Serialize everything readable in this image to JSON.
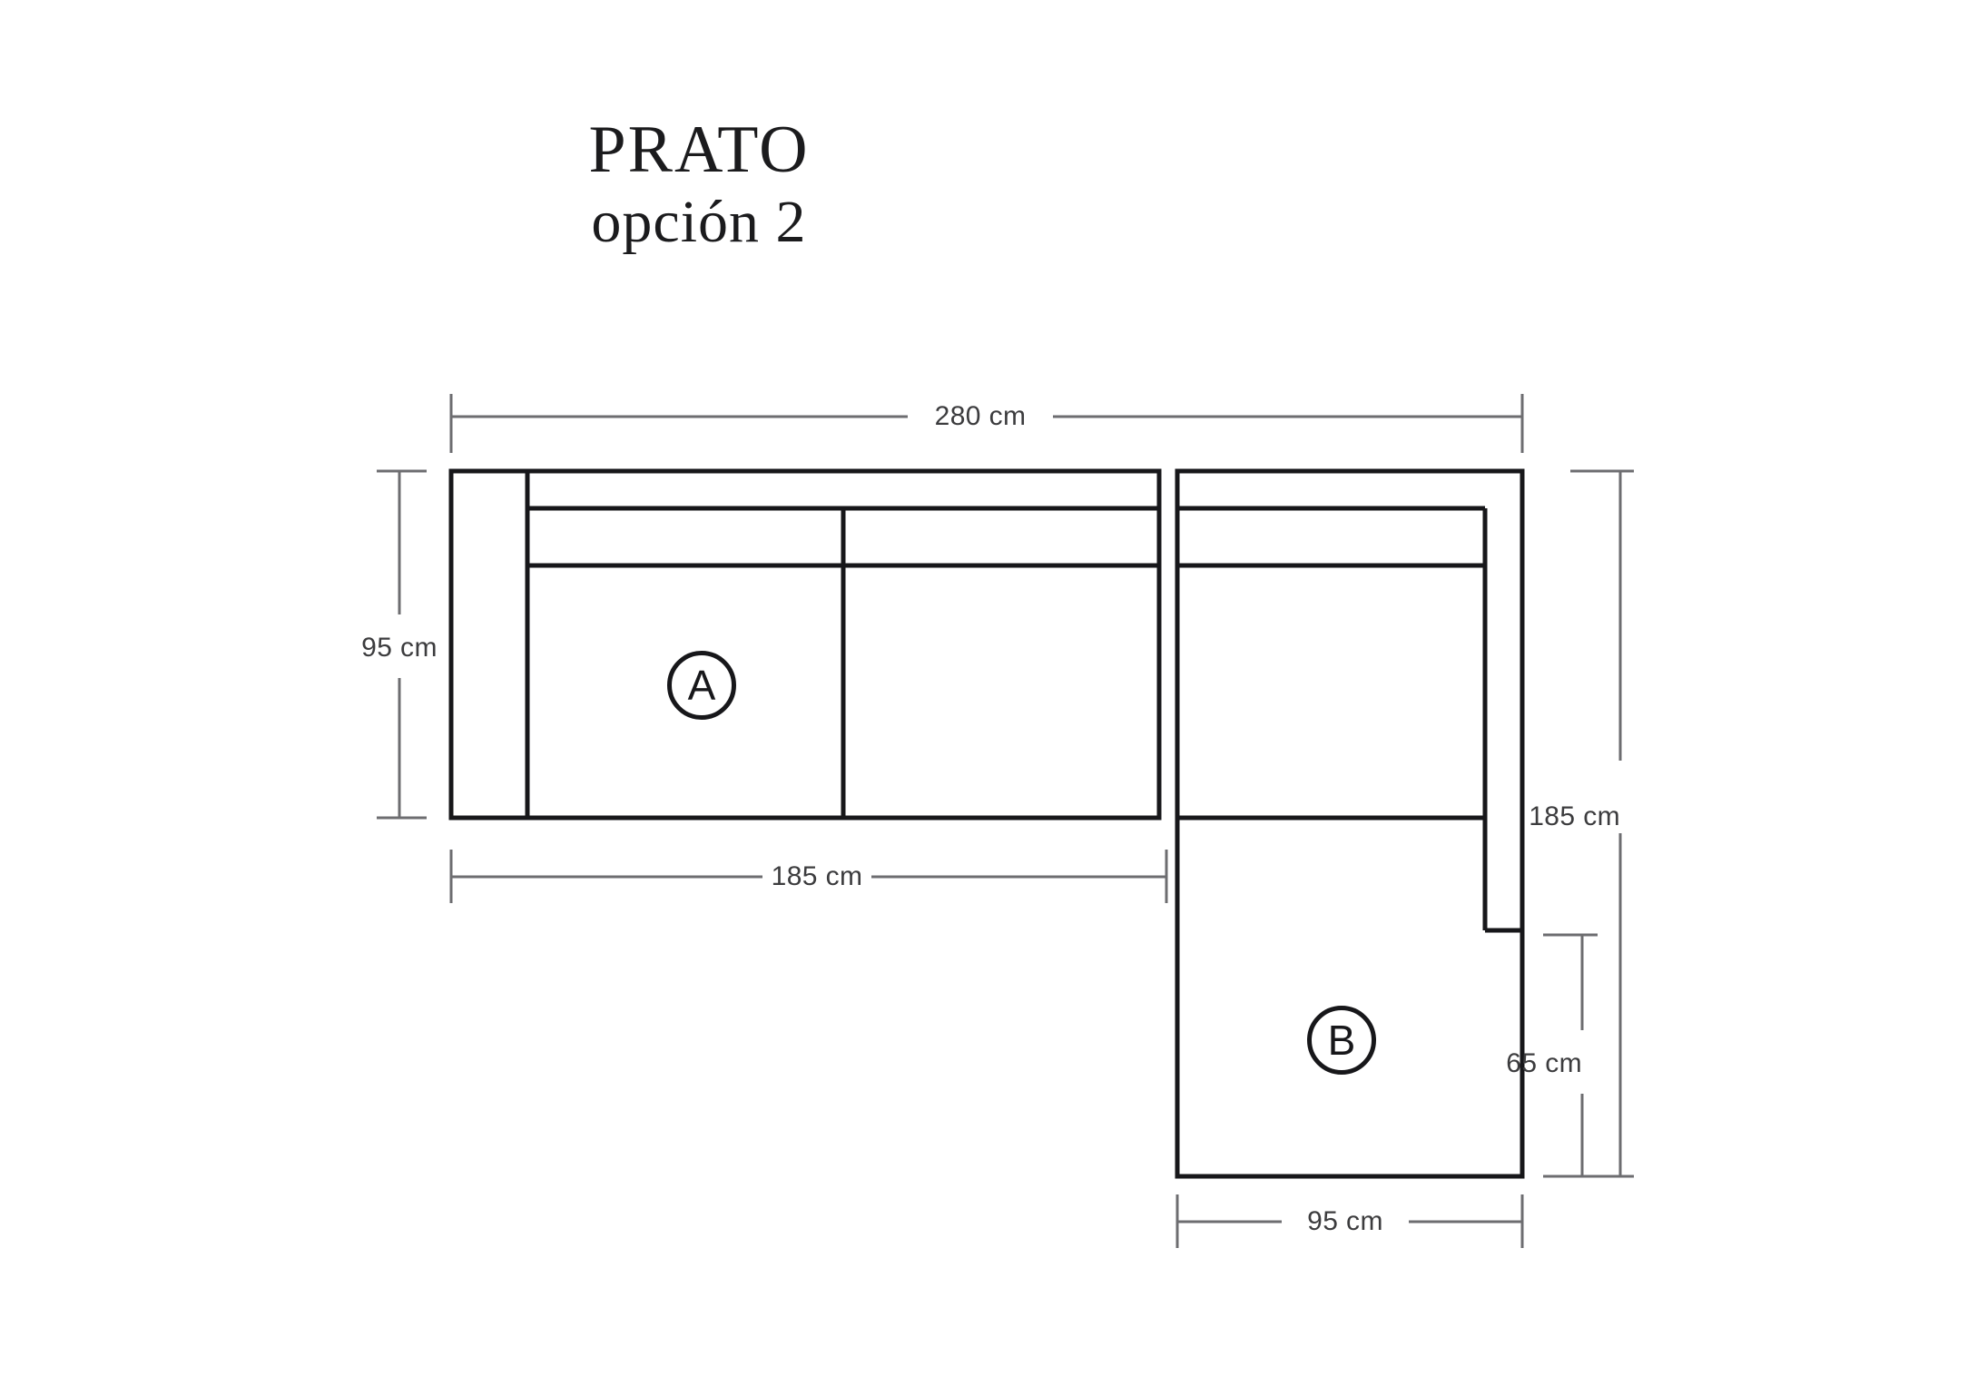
{
  "title": {
    "main": "PRATO",
    "sub": "opción 2"
  },
  "modules": [
    {
      "id": "A",
      "label": "A"
    },
    {
      "id": "B",
      "label": "B"
    }
  ],
  "dimensions": {
    "overall_width": "280 cm",
    "sofa_depth": "95 cm",
    "sofa_width": "185 cm",
    "chaise_depth_total": "185 cm",
    "chaise_lower_depth": "65 cm",
    "chaise_width": "95 cm"
  },
  "colors": {
    "outline": "#17171a",
    "dimension_line": "#6d6d70",
    "text": "#1b1b1d",
    "background": "#ffffff"
  },
  "chart_data": {
    "type": "diagram",
    "title": "PRATO opción 2",
    "subtitle": "Sectional sofa plan view with dimensions",
    "units": "cm",
    "modules": [
      {
        "name": "A",
        "description": "Two-seat sofa module, left",
        "width_cm": 185,
        "depth_cm": 95
      },
      {
        "name": "B",
        "description": "Chaise / corner module, right",
        "width_cm": 95,
        "depth_cm": 185,
        "lower_depth_cm": 65
      }
    ],
    "overall": {
      "total_width_cm": 280,
      "total_depth_cm": 185
    },
    "annotations": [
      {
        "text": "280 cm",
        "placement": "top",
        "measures": "overall width"
      },
      {
        "text": "95 cm",
        "placement": "left",
        "measures": "module A depth"
      },
      {
        "text": "185 cm",
        "placement": "bottom-left",
        "measures": "module A width"
      },
      {
        "text": "185 cm",
        "placement": "right",
        "measures": "module B total depth"
      },
      {
        "text": "65 cm",
        "placement": "far-right",
        "measures": "module B lower depth"
      },
      {
        "text": "95 cm",
        "placement": "bottom-right",
        "measures": "module B width"
      }
    ]
  }
}
